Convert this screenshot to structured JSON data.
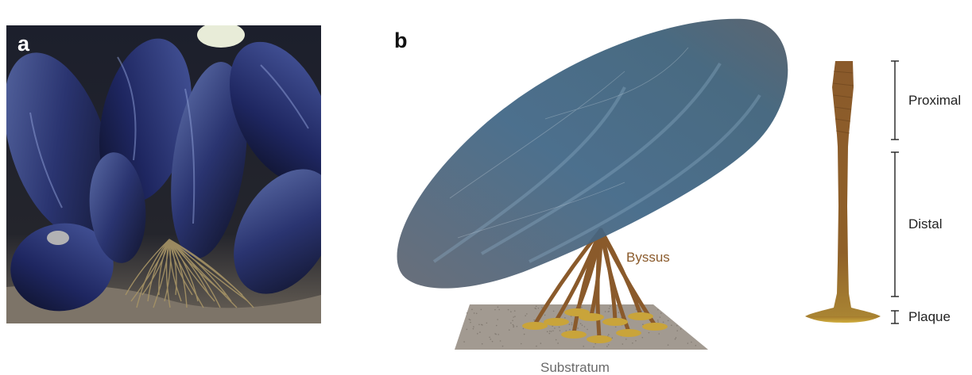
{
  "panel_a": {
    "letter": "a",
    "photo": "mussel-cluster-photograph"
  },
  "panel_b": {
    "letter": "b",
    "labels": {
      "byssus": "Byssus",
      "substratum": "Substratum",
      "proximal": "Proximal",
      "distal": "Distal",
      "plaque": "Plaque"
    }
  },
  "colors": {
    "shell": "#3f5f80",
    "thread": "#8a5a2b",
    "plaque": "#c8a437",
    "substrate": "#9f9890"
  }
}
